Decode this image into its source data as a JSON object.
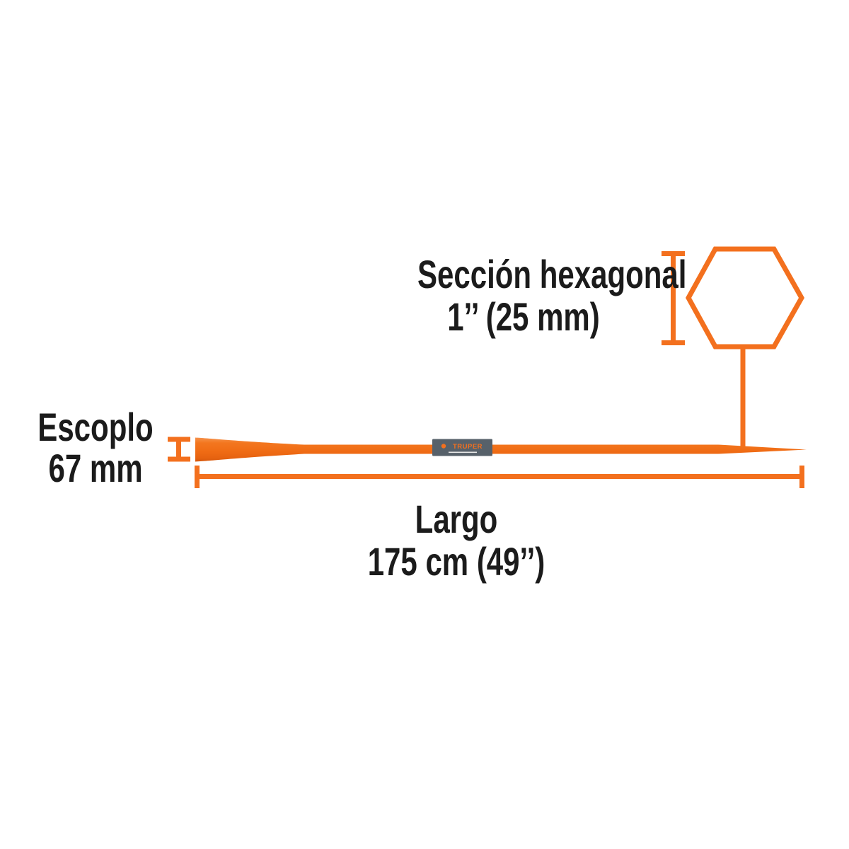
{
  "colors": {
    "accent": "#f3701e",
    "text": "#1b1b1b",
    "label-bg": "#57616a",
    "label-text": "#f3701e"
  },
  "section_dimension": {
    "title": "Sección hexagonal",
    "value": "1’’ (25 mm)"
  },
  "escoplo_dimension": {
    "title": "Escoplo",
    "value": "67 mm"
  },
  "largo_dimension": {
    "title": "Largo",
    "value": "175 cm (49’’)"
  },
  "brand": "TRUPER"
}
